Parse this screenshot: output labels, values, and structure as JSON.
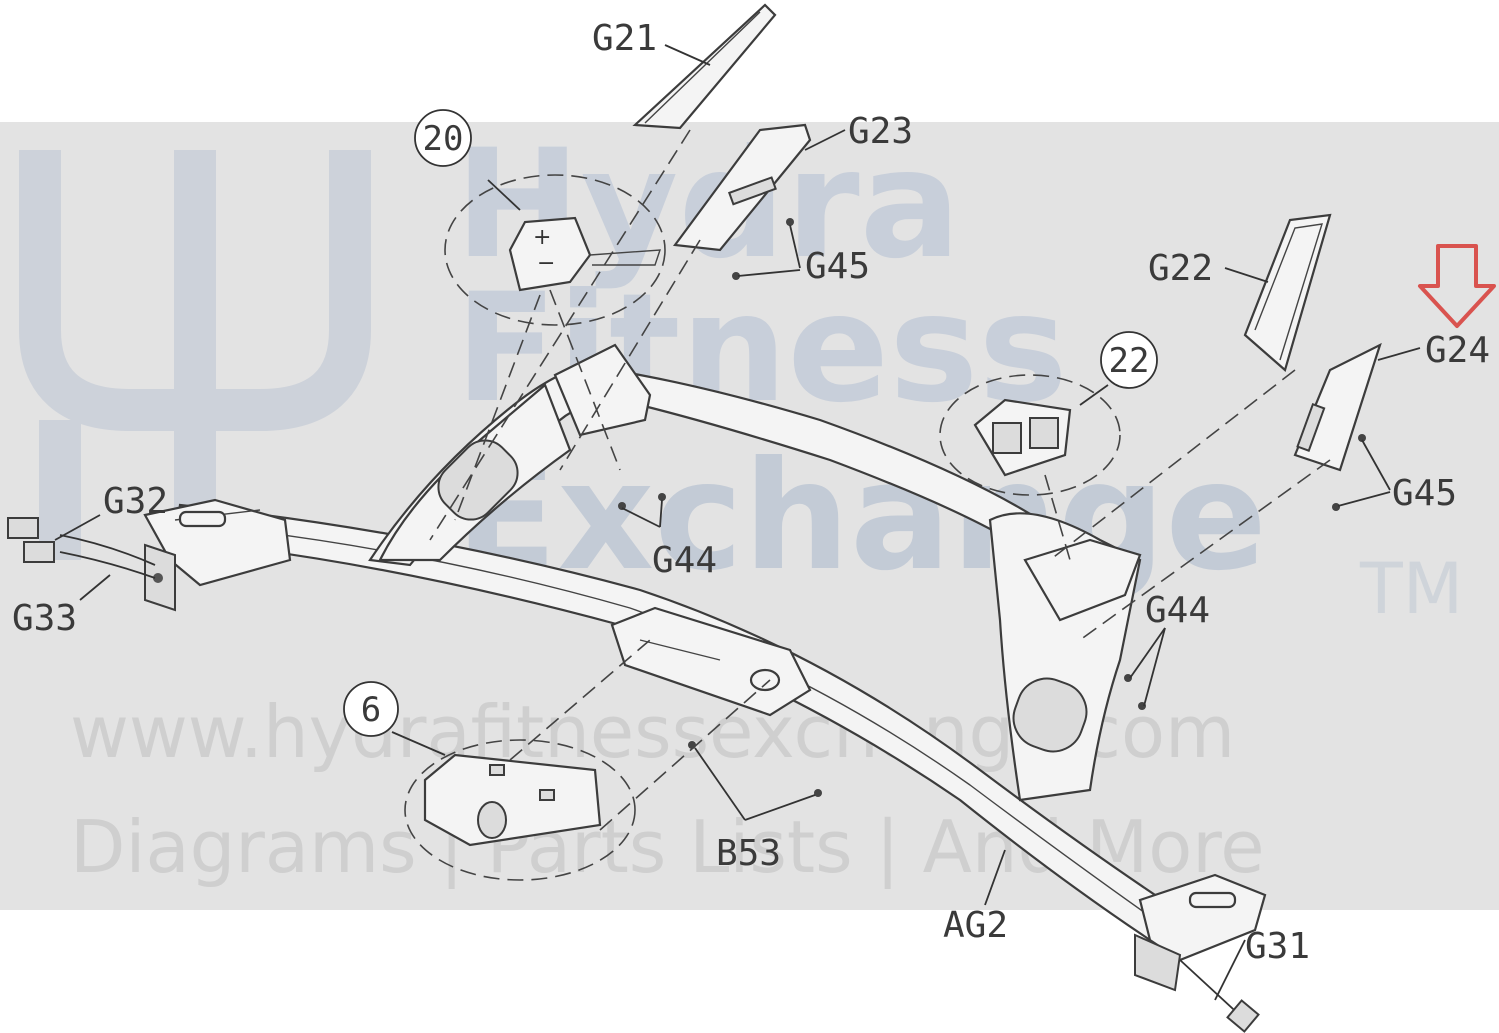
{
  "watermark": {
    "brand_line1": "Hydra",
    "brand_line2": "Fitness",
    "brand_line3": "Exchange",
    "trademark": "TM",
    "url": "www.hydrafitnessexchange.com",
    "tagline": "Diagrams | Parts Lists | And More"
  },
  "callouts": [
    "20",
    "22",
    "6"
  ],
  "labels": {
    "g21": "G21",
    "g23": "G23",
    "g45_left": "G45",
    "g22": "G22",
    "g24": "G24",
    "g45_right": "G45",
    "g32": "G32",
    "g33": "G33",
    "g44_left": "G44",
    "g44_right": "G44",
    "b53": "B53",
    "ag2": "AG2",
    "g31": "G31"
  },
  "highlight": {
    "target": "G24",
    "arrow_color": "#d9534f"
  },
  "colors": {
    "band": "#e3e3e3",
    "line": "#3c3c3c",
    "watermark": "#c8cfda"
  }
}
